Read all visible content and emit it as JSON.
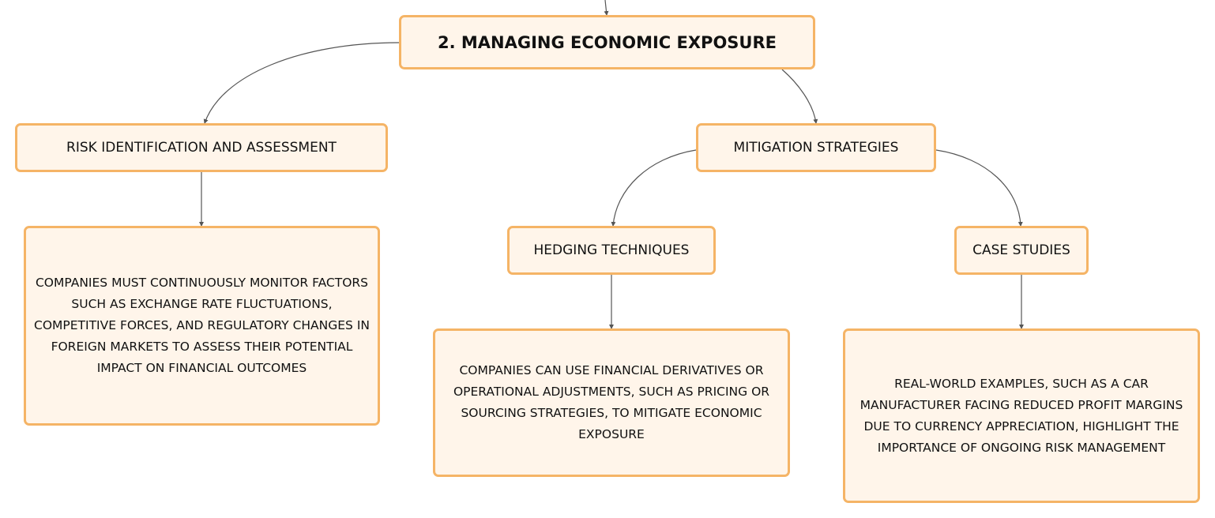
{
  "diagram": {
    "root": {
      "label": "2. MANAGING ECONOMIC EXPOSURE"
    },
    "risk": {
      "label": "RISK IDENTIFICATION AND ASSESSMENT",
      "detail": "COMPANIES MUST CONTINUOUSLY MONITOR FACTORS SUCH AS EXCHANGE RATE FLUCTUATIONS, COMPETITIVE FORCES, AND REGULATORY CHANGES IN FOREIGN MARKETS TO ASSESS THEIR POTENTIAL IMPACT ON FINANCIAL OUTCOMES"
    },
    "mitigation": {
      "label": "MITIGATION STRATEGIES"
    },
    "hedging": {
      "label": "HEDGING TECHNIQUES",
      "detail": "COMPANIES CAN USE FINANCIAL DERIVATIVES OR OPERATIONAL ADJUSTMENTS, SUCH AS PRICING OR SOURCING STRATEGIES, TO MITIGATE ECONOMIC EXPOSURE"
    },
    "case_studies": {
      "label": "CASE STUDIES",
      "detail": "REAL-WORLD EXAMPLES, SUCH AS A CAR MANUFACTURER FACING REDUCED PROFIT MARGINS DUE TO CURRENCY APPRECIATION, HIGHLIGHT THE IMPORTANCE OF ONGOING RISK MANAGEMENT"
    },
    "colors": {
      "node_border": "#f5b466",
      "node_fill": "#fff5ea",
      "connector": "#555555",
      "text": "#111111"
    }
  }
}
